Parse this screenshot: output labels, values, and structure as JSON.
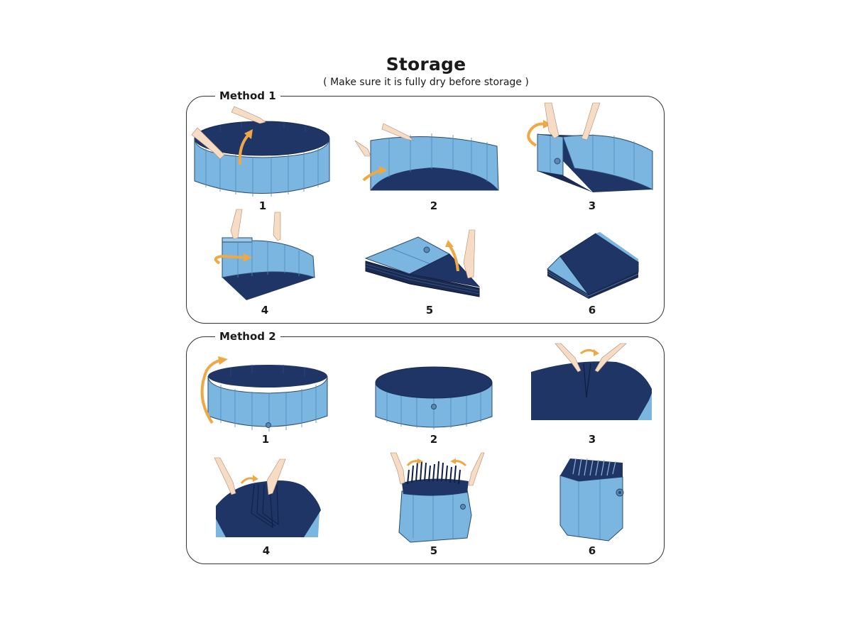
{
  "header": {
    "title": "Storage",
    "subtitle": "( Make sure it is fully dry before storage )"
  },
  "colors": {
    "light_blue": "#7ab6e0",
    "dark_blue": "#1f3566",
    "arrow_orange": "#f0a845",
    "skin": "#f6dcc4",
    "border": "#333333"
  },
  "methods": [
    {
      "label": "Method 1",
      "steps": [
        {
          "number": "1",
          "description": "Open round pool, hands lifting wall, arrow curving up"
        },
        {
          "number": "2",
          "description": "Wall pressed down and folded in half, arrow curving"
        },
        {
          "number": "3",
          "description": "Half-folded pool, end panel folded over with drain valve"
        },
        {
          "number": "4",
          "description": "Wall panels being rolled/folded along the curve"
        },
        {
          "number": "5",
          "description": "Stacked folded pool with triangular floor flap being lifted"
        },
        {
          "number": "6",
          "description": "Fully folded flat square stack"
        }
      ]
    },
    {
      "label": "Method 2",
      "steps": [
        {
          "number": "1",
          "description": "Open round pool with drain valve, large arrow curving up"
        },
        {
          "number": "2",
          "description": "Pool flipped upside down showing floor on top"
        },
        {
          "number": "3",
          "description": "Hands pinching floor to start pleating"
        },
        {
          "number": "4",
          "description": "Floor being pleated in accordion folds"
        },
        {
          "number": "5",
          "description": "Hands pushing pleats together toward center"
        },
        {
          "number": "6",
          "description": "Fully collapsed upright pleated block with valve"
        }
      ]
    }
  ]
}
